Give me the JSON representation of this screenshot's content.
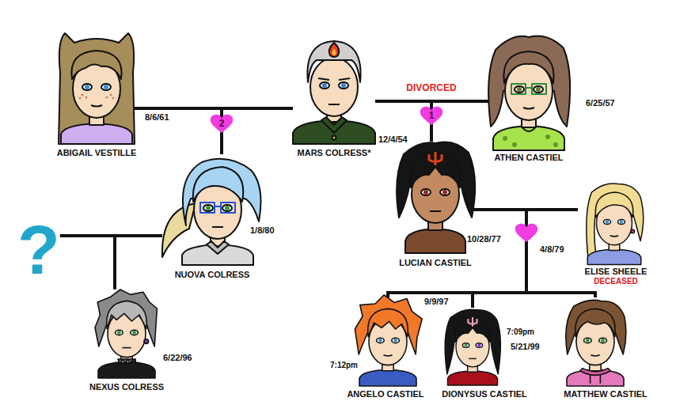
{
  "diagram": {
    "nodes": [
      {
        "text": [
          "ABIGAIL VESTILLE",
          "8/6/61"
        ]
      },
      {
        "text": [
          "MARS COLRESS*",
          "12/4/54"
        ]
      },
      {
        "text": [
          "ATHEN CASTIEL",
          "6/25/57"
        ]
      },
      {
        "text": [
          "?"
        ]
      },
      {
        "text": [
          "NUOVA COLRESS",
          "1/8/80"
        ]
      },
      {
        "text": [
          "LUCIAN CASTIEL",
          "10/28/77"
        ]
      },
      {
        "text": [
          "ELISE SHEELE",
          "DECEASED",
          "4/8/79"
        ]
      },
      {
        "text": [
          "NEXUS COLRESS",
          "6/22/96"
        ]
      },
      {
        "text": [
          "ANGELO CASTIEL",
          "7:12pm"
        ]
      },
      {
        "text": [
          "DIONYSUS CASTIEL",
          "7:09pm"
        ]
      },
      {
        "text": [
          "MATTHEW CASTIEL",
          "5/21/99"
        ]
      }
    ],
    "edges": [
      {
        "from": 0,
        "to": 4,
        "arrow": "none"
      },
      {
        "from": 1,
        "to": 4,
        "arrow": "none"
      },
      {
        "from": 1,
        "to": 5,
        "arrow": "none"
      },
      {
        "from": 2,
        "to": 5,
        "arrow": "none"
      },
      {
        "from": 3,
        "to": 7,
        "arrow": "none"
      },
      {
        "from": 4,
        "to": 7,
        "arrow": "none"
      },
      {
        "from": 5,
        "to": 8,
        "arrow": "none"
      },
      {
        "from": 6,
        "to": 8,
        "arrow": "none"
      },
      {
        "from": 5,
        "to": 9,
        "arrow": "none"
      },
      {
        "from": 6,
        "to": 9,
        "arrow": "none"
      },
      {
        "from": 5,
        "to": 10,
        "arrow": "none"
      },
      {
        "from": 6,
        "to": 10,
        "arrow": "none"
      }
    ],
    "labels": [
      "DIVORCED",
      "2",
      "1",
      "9/9/97"
    ]
  }
}
